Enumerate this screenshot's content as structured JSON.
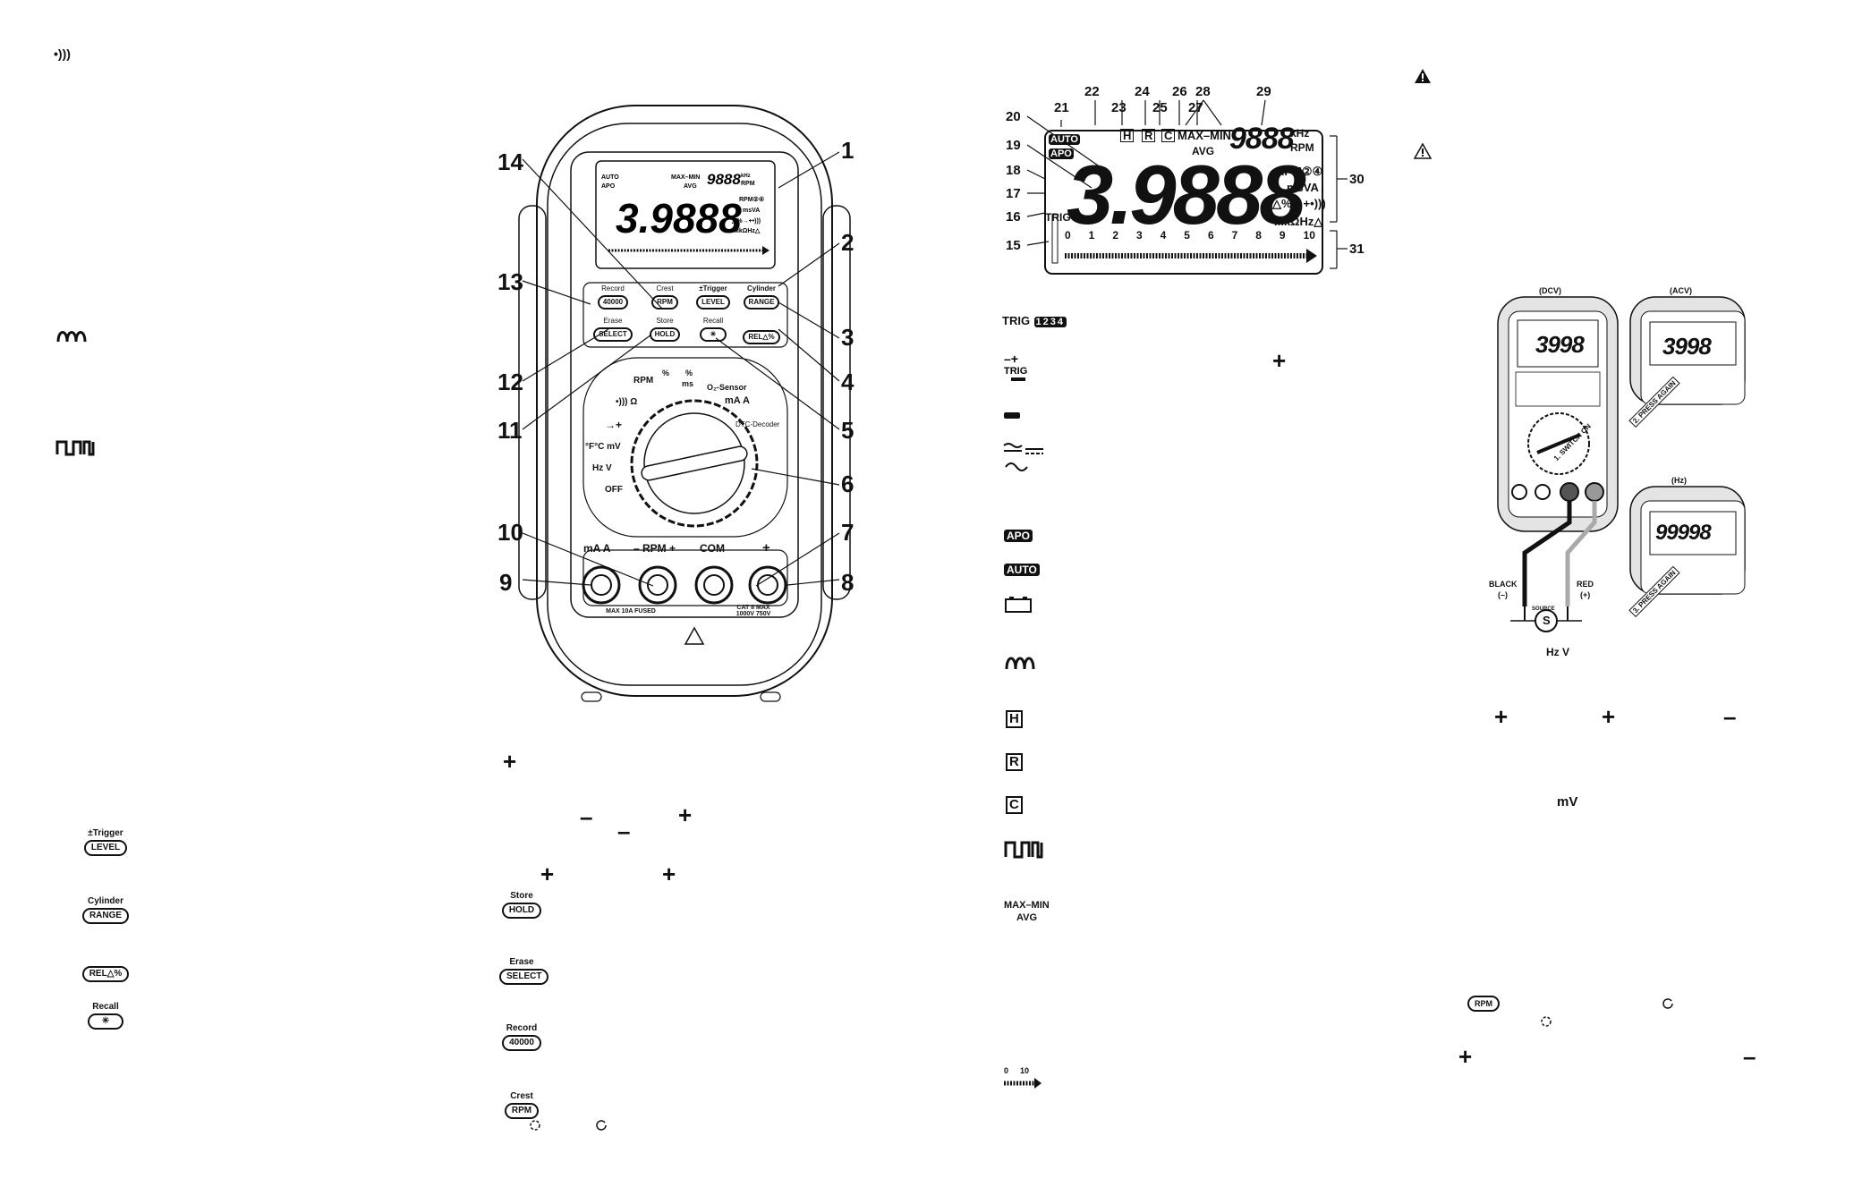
{
  "col1": {
    "beep_icon": "•)))",
    "legend": {
      "trigger": {
        "caption": "±Trigger",
        "button": "LEVEL"
      },
      "cylinder": {
        "caption": "Cylinder",
        "button": "RANGE"
      },
      "rel": {
        "caption": "",
        "button": "REL△%"
      },
      "recall": {
        "caption": "Recall",
        "button": "✳"
      }
    }
  },
  "meter": {
    "callouts": [
      "1",
      "2",
      "3",
      "4",
      "5",
      "6",
      "7",
      "8",
      "9",
      "10",
      "11",
      "12",
      "13",
      "14"
    ],
    "lcd": {
      "top_icons": "AUTO",
      "apo": "APO",
      "max_min": "MAX–MIN",
      "avg": "AVG",
      "sub_digits": "9888",
      "khz": "kHz",
      "rpm": "RPM",
      "main_digits": "3.9888",
      "rpm24": "RPM②④",
      "msva": "msVA",
      "delta": "△%→+•)))",
      "mkohm": "MkΩHz△"
    },
    "buttons": {
      "record": {
        "caption": "Record",
        "button": "40000"
      },
      "crest": {
        "caption": "Crest",
        "button": "RPM"
      },
      "trigger": {
        "caption": "±Trigger",
        "button": "LEVEL"
      },
      "cylinder": {
        "caption": "Cylinder",
        "button": "RANGE"
      },
      "erase": {
        "caption": "Erase",
        "button": "SELECT"
      },
      "store": {
        "caption": "Store",
        "button": "HOLD"
      },
      "recall": {
        "caption": "Recall",
        "button": "✳"
      },
      "rel": {
        "caption": "",
        "button": "REL△%"
      }
    },
    "dial": {
      "rpm": "RPM",
      "pct1": "%",
      "pct2": "%",
      "ms": "ms",
      "o2": "O₂-Sensor",
      "ma_a": "mA A",
      "dtc": "DTC-Decoder",
      "ohm": "•))) Ω",
      "diode": "→+",
      "temp": "°F°C mV",
      "hz_v": "Hz V",
      "off": "OFF"
    },
    "jacks": {
      "ma_a": "mA A",
      "rpm": "– RPM +",
      "com": "COM",
      "plus": "+",
      "fused": "MAX 10A FUSED",
      "cat": "CAT II MAX 1000V 750V"
    }
  },
  "col2_text": {
    "plus1": "+",
    "minus1": "–",
    "minus2": "–",
    "plus2": "+",
    "plus3": "+",
    "plus4": "+",
    "store": {
      "caption": "Store",
      "button": "HOLD"
    },
    "erase": {
      "caption": "Erase",
      "button": "SELECT"
    },
    "record": {
      "caption": "Record",
      "button": "40000"
    },
    "crest": {
      "caption": "Crest",
      "button": "RPM"
    }
  },
  "lcd_diagram": {
    "numbers_top": [
      "22",
      "24",
      "26",
      "28",
      "29"
    ],
    "numbers_second": [
      "21",
      "23",
      "25",
      "27"
    ],
    "left_nums": [
      "20",
      "19",
      "18",
      "17",
      "16",
      "15"
    ],
    "right_nums": [
      "30",
      "31"
    ],
    "auto": "AUTO",
    "apo": "APO",
    "h": "H",
    "r": "R",
    "c": "C",
    "max_min": "MAX–MIN",
    "avg": "AVG",
    "sub_digits": "9888",
    "khz": "kHz",
    "rpm": "RPM",
    "main_digits": "3.9888",
    "rpm24": "RPM②④",
    "msva": "msVA",
    "delta": "△%→+•)))",
    "mkohm": "MkΩHz△",
    "trig": "TRIG",
    "scale": [
      "0",
      "1",
      "2",
      "3",
      "4",
      "5",
      "6",
      "7",
      "8",
      "9",
      "10"
    ]
  },
  "symbols_list": {
    "trig": "TRIG",
    "trig_nums": "1234",
    "plus": "+",
    "apo": "APO",
    "auto": "AUTO",
    "h": "H",
    "r": "R",
    "c": "C",
    "max_min": "MAX–MIN",
    "avg": "AVG",
    "bar_0": "0",
    "bar_10": "10"
  },
  "right_col": {
    "dcv": "(DCV)",
    "acv": "(ACV)",
    "hz": "(Hz)",
    "lcd1": "3998",
    "lcd2": "3998",
    "lcd3": "99998",
    "black": "BLACK",
    "black_sign": "(–)",
    "red": "RED",
    "red_sign": "(+)",
    "source": "SOURCE",
    "s": "S",
    "hzv": "Hz V",
    "step1": "1. SWITCH ON",
    "step2": "2. PRESS AGAIN",
    "step3": "3. PRESS AGAIN",
    "plus_a": "+",
    "plus_b": "+",
    "minus_a": "–",
    "mv": "mV",
    "rpm_btn": "RPM",
    "plus_c": "+",
    "minus_c": "–"
  }
}
